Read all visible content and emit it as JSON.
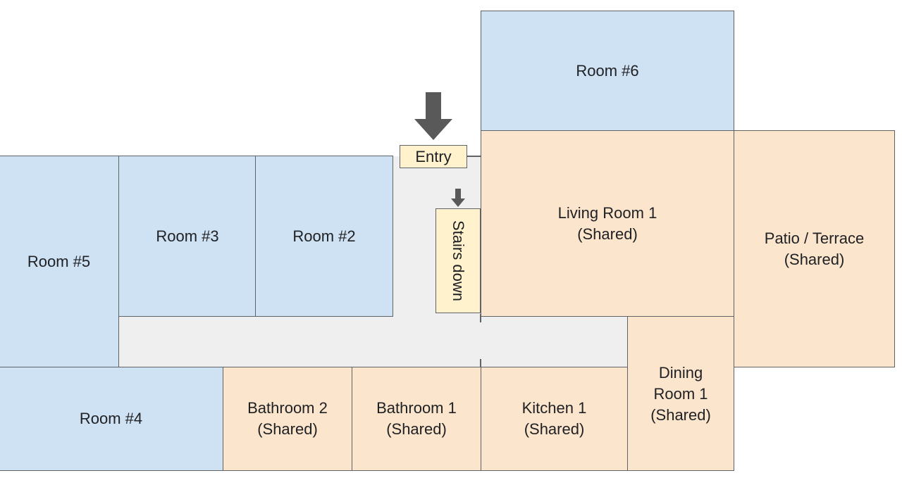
{
  "floorplan": {
    "entry": "Entry",
    "stairs": "Stairs down",
    "rooms": {
      "room6": {
        "lines": [
          "Room #6"
        ]
      },
      "room5": {
        "lines": [
          "Room #5"
        ]
      },
      "room3": {
        "lines": [
          "Room #3"
        ]
      },
      "room2": {
        "lines": [
          "Room #2"
        ]
      },
      "room4": {
        "lines": [
          "Room #4"
        ]
      },
      "living": {
        "lines": [
          "Living Room 1",
          "(Shared)"
        ]
      },
      "patio": {
        "lines": [
          "Patio / Terrace",
          "(Shared)"
        ]
      },
      "bathroom2": {
        "lines": [
          "Bathroom 2",
          "(Shared)"
        ]
      },
      "bathroom1": {
        "lines": [
          "Bathroom 1",
          "(Shared)"
        ]
      },
      "kitchen": {
        "lines": [
          "Kitchen 1",
          "(Shared)"
        ]
      },
      "dining": {
        "lines": [
          "Dining",
          "Room 1",
          "(Shared)"
        ]
      }
    },
    "colors": {
      "private_room": "#cfe2f3",
      "shared_room": "#fce5cd",
      "hallway": "#efefef",
      "label_tag": "#fff2cc",
      "arrow": "#595959",
      "wall": "#5f6368"
    }
  }
}
